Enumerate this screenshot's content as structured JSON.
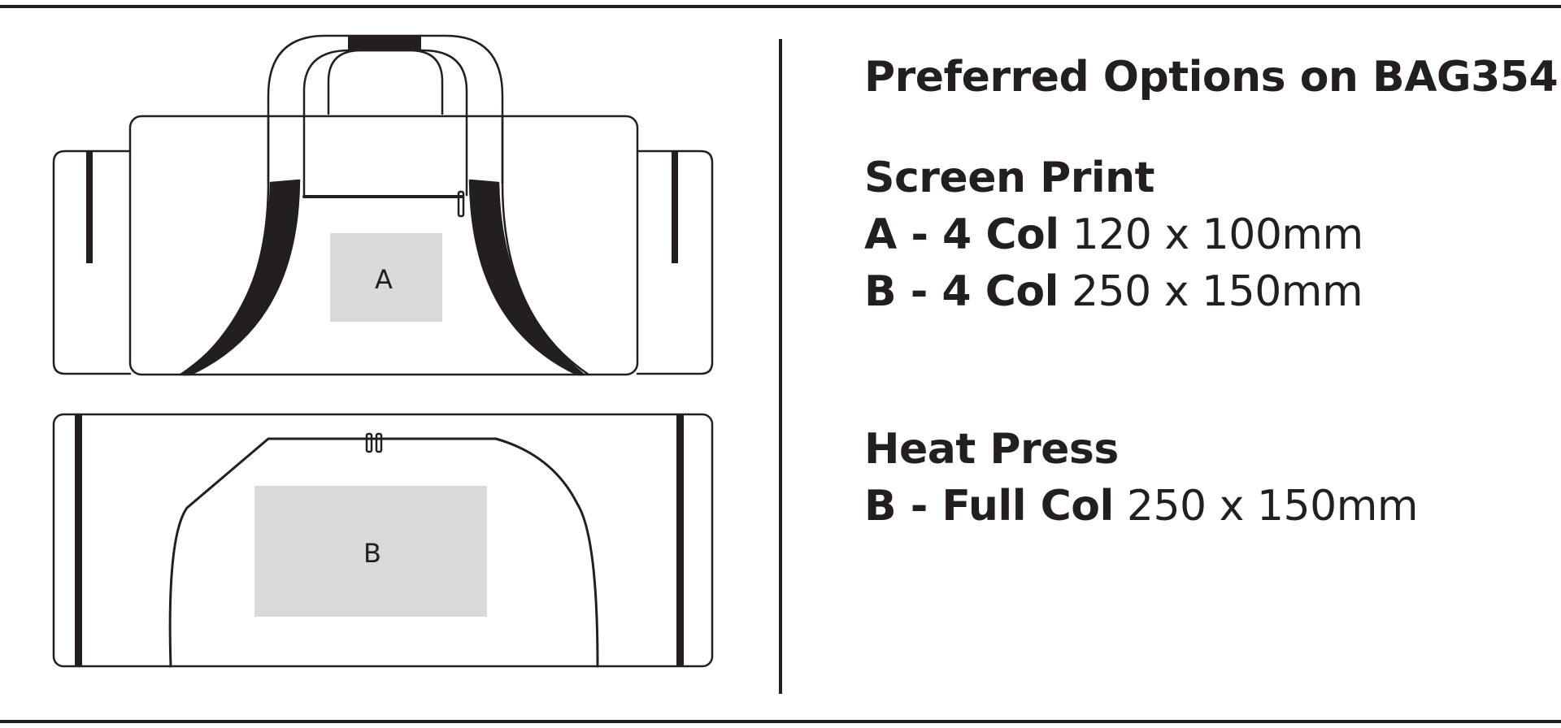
{
  "heading": "Preferred Options on BAG354",
  "zones": {
    "a": "A",
    "b": "B"
  },
  "methods": [
    {
      "name": "Screen Print",
      "options": [
        {
          "code": "A - 4 Col",
          "size": "120 x 100mm"
        },
        {
          "code": "B - 4 Col",
          "size": "250 x 150mm"
        }
      ]
    },
    {
      "name": "Heat Press",
      "options": [
        {
          "code": "B - Full Col",
          "size": "250 x 150mm"
        }
      ]
    }
  ],
  "colors": {
    "ink": "#231f20",
    "print_zone": "#d9d9d9",
    "background": "#ffffff"
  }
}
